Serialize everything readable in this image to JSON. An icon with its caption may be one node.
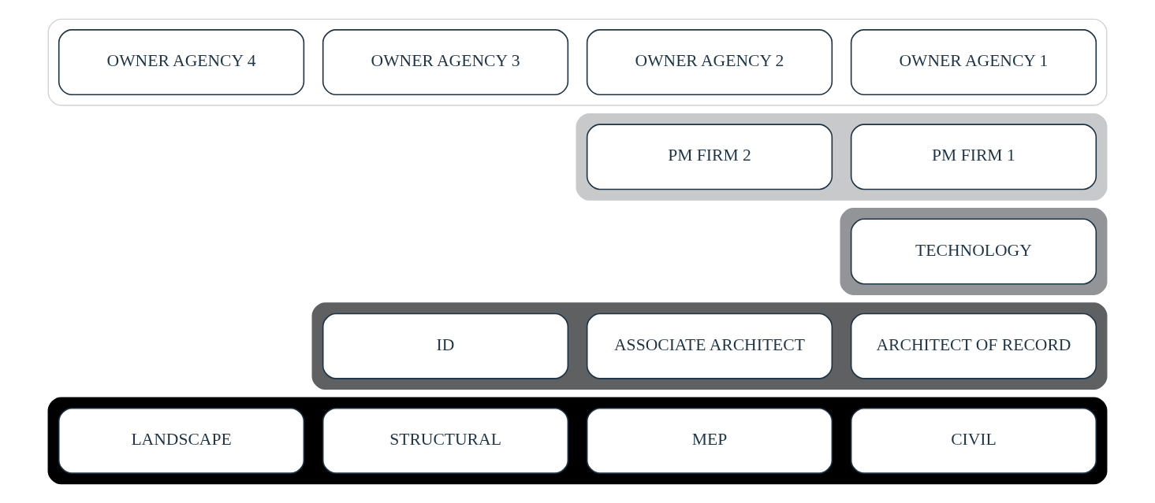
{
  "diagram": {
    "nodes": [
      {
        "text": [],
        "shape": "bar"
      },
      {
        "text": [
          "OWNER AGENCY 1"
        ],
        "in": 0
      },
      {
        "text": [
          "OWNER AGENCY 2"
        ],
        "in": 0
      },
      {
        "text": [
          "OWNER AGENCY 3"
        ],
        "in": 0
      },
      {
        "text": [
          "OWNER AGENCY 4"
        ],
        "in": 0
      },
      {
        "text": [],
        "shape": "bar"
      },
      {
        "text": [
          "PM FIRM 1"
        ],
        "in": 5
      },
      {
        "text": [
          "PM FIRM 2"
        ],
        "in": 5
      },
      {
        "text": [],
        "shape": "bar"
      },
      {
        "text": [
          "TECHNOLOGY"
        ],
        "in": 8
      },
      {
        "text": [],
        "shape": "bar"
      },
      {
        "text": [
          "ARCHITECT OF RECORD"
        ],
        "in": 10
      },
      {
        "text": [
          "ASSOCIATE ARCHITECT"
        ],
        "in": 10
      },
      {
        "text": [
          "ID"
        ],
        "in": 10
      },
      {
        "text": [],
        "shape": "bar"
      },
      {
        "text": [
          "CIVIL"
        ],
        "in": 14
      },
      {
        "text": [
          "MEP"
        ],
        "in": 14
      },
      {
        "text": [
          "STRUCTURAL"
        ],
        "in": 14
      },
      {
        "text": [
          "LANDSCAPE"
        ],
        "in": 14
      }
    ],
    "edges": []
  }
}
